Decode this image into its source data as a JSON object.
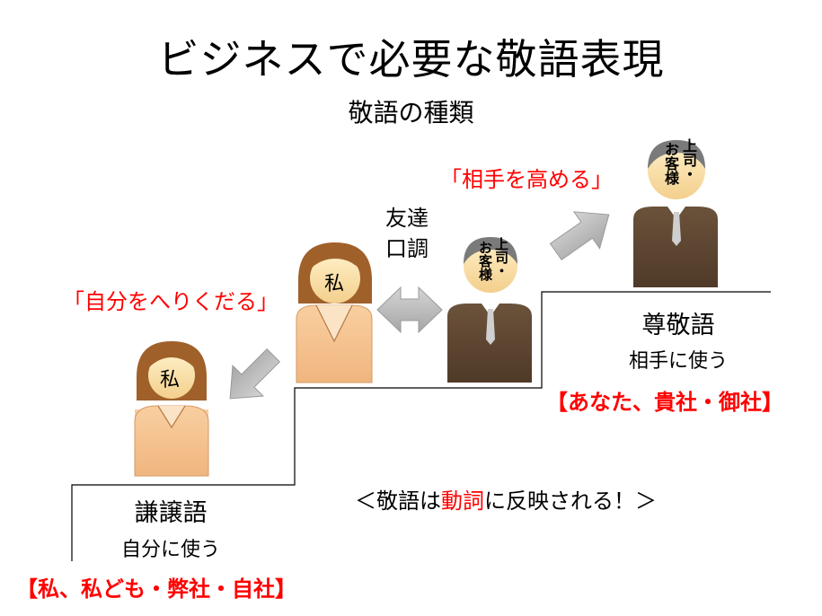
{
  "title": "ビジネスで必要な敬語表現",
  "subtitle": "敬語の種類",
  "people": {
    "self_label": "私",
    "boss_label_line1": "お客様",
    "boss_label_line2": "上司・"
  },
  "friend_tone": {
    "line1": "友達",
    "line2": "口調"
  },
  "humble": {
    "phrase": "「自分をへりくだる」",
    "name": "謙譲語",
    "usage": "自分に使う",
    "examples": "【私、私ども・弊社・自社】"
  },
  "respectful": {
    "phrase": "「相手を高める」",
    "name": "尊敬語",
    "usage": "相手に使う",
    "examples": "【あなた、貴社・御社】"
  },
  "note": {
    "prefix": "＜敬語は",
    "highlight": "動詞",
    "suffix": "に反映される！＞"
  },
  "colors": {
    "accent_red": "#ff0000",
    "woman_hair": "#a0602a",
    "woman_skin": "#f6d49a",
    "woman_body": "#f5c28e",
    "man_suit": "#5e4632",
    "man_hair": "#7a7a7a",
    "man_face": "#f6d49a",
    "arrow_gray": "#b8b8b8"
  }
}
